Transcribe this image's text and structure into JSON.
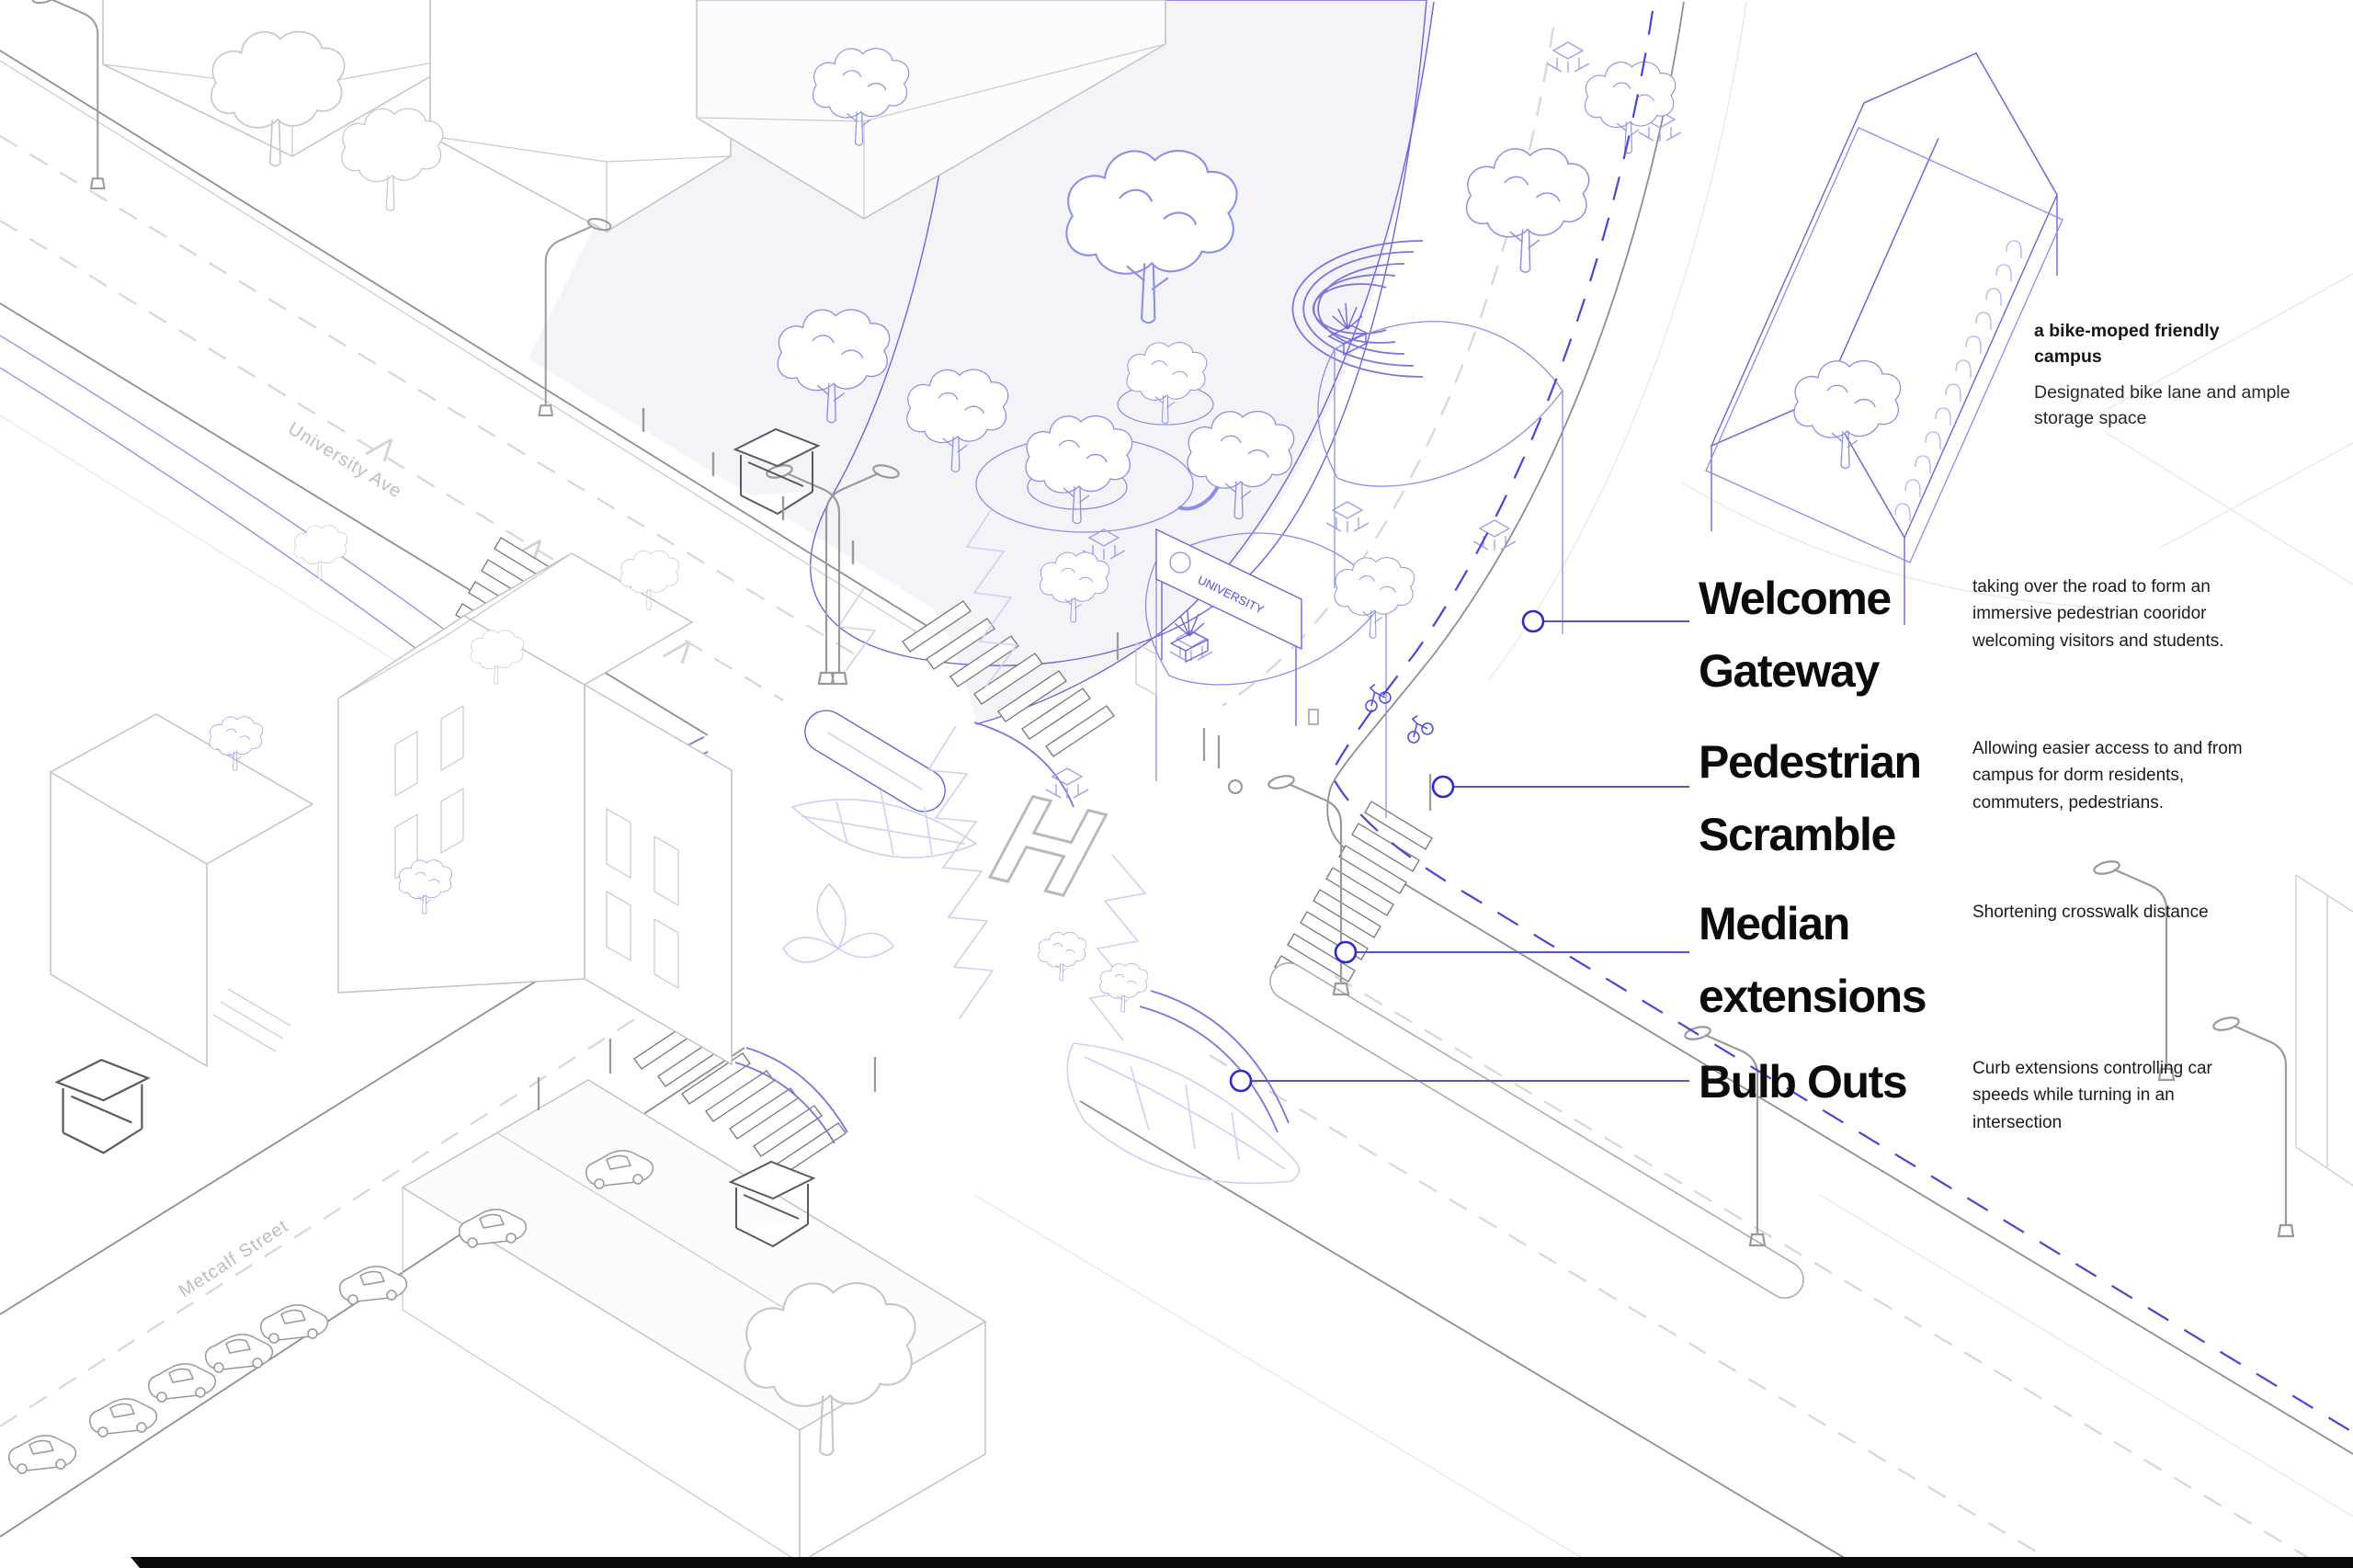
{
  "page": {
    "background": "#ffffff",
    "type": "isometric campus intersection diagram"
  },
  "drawing": {
    "streets": {
      "university_ave": "University Ave",
      "metcalf_street": "Metcalf Street"
    },
    "gateway_banner_text": "UNIVERSITY",
    "campus_logo": "H",
    "colors": {
      "accent_blue": "#2f2ac8",
      "leader_blue": "#5551d8",
      "drawing_blue": "#6b66dd",
      "light_blue": "#9b9fe8",
      "chalk_blue": "#ccd0f2",
      "road_gray": "#8e8e92",
      "building_gray": "#c2c2c6",
      "label_gray": "#bdbdc1",
      "text_black": "#0b0b0c"
    }
  },
  "note": {
    "title": "a bike-moped friendly\ncampus",
    "body": "Designated bike lane and ample\nstorage space"
  },
  "callouts": [
    {
      "title": "Welcome\nGateway",
      "description": "taking over the road to form an\nimmersive  pedestrian cooridor\nwelcoming visitors and students."
    },
    {
      "title": "Pedestrian\nScramble",
      "description": "Allowing easier access to and from\ncampus for dorm residents,\ncommuters, pedestrians."
    },
    {
      "title": "Median\nextensions",
      "description": "Shortening crosswalk distance"
    },
    {
      "title": "Bulb Outs",
      "description": "Curb extensions controlling car\nspeeds while turning in an\nintersection"
    }
  ]
}
